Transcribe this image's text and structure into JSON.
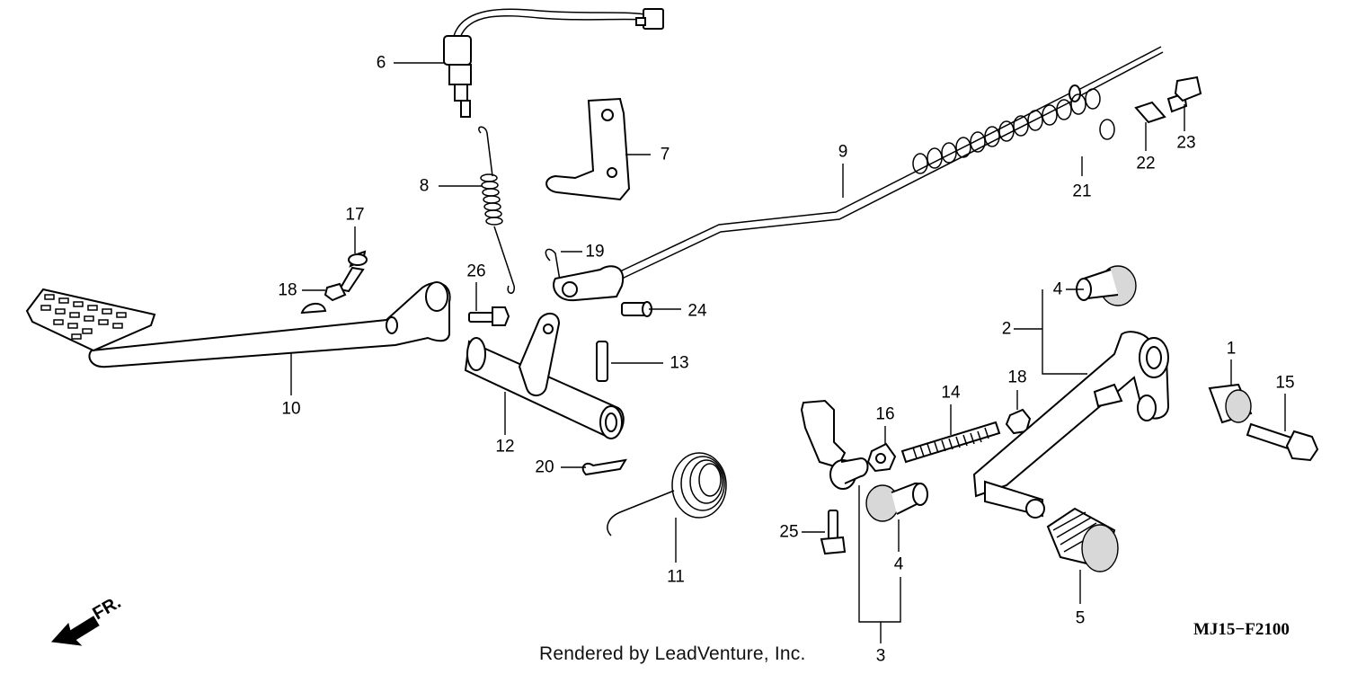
{
  "diagram": {
    "callouts": [
      "1",
      "2",
      "3",
      "4",
      "4",
      "5",
      "6",
      "7",
      "8",
      "9",
      "10",
      "11",
      "12",
      "13",
      "14",
      "15",
      "16",
      "17",
      "18",
      "18",
      "19",
      "20",
      "21",
      "22",
      "23",
      "24",
      "25",
      "26"
    ],
    "direction_label": "FR.",
    "drawing_code": "MJ15−F2100",
    "credit": "Rendered by LeadVenture, Inc."
  }
}
